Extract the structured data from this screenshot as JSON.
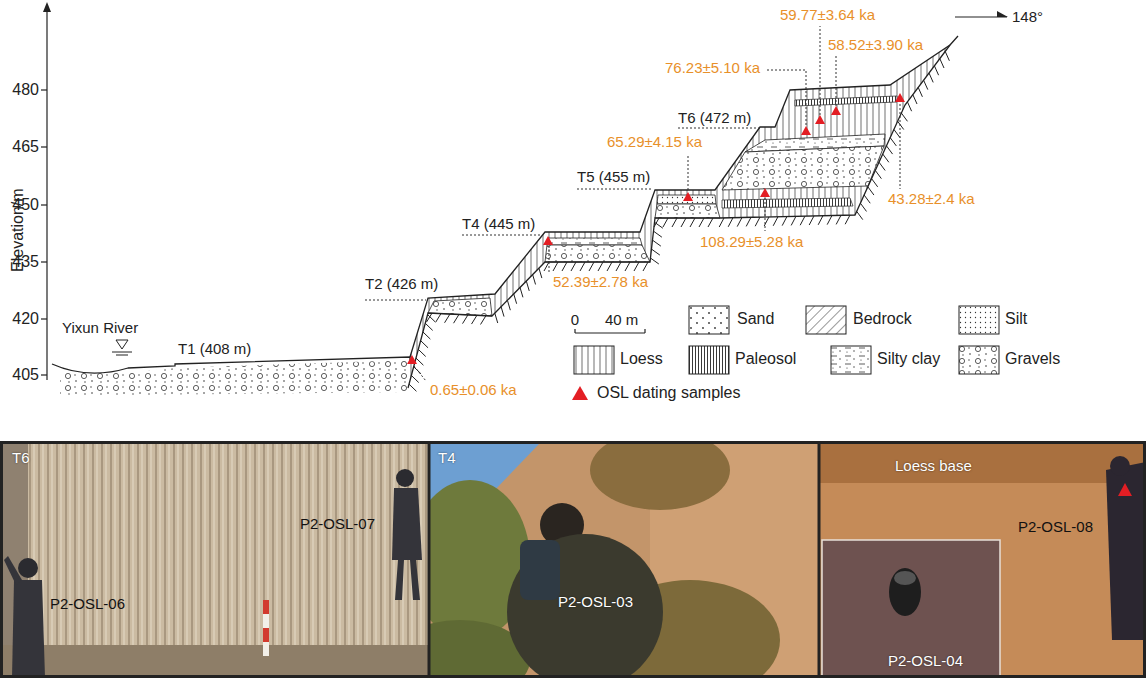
{
  "diagram": {
    "nodes": [
      {
        "text": [
          "T6",
          "P2-OSL-06",
          "P2-OSL-07"
        ]
      },
      {
        "text": [
          "T4",
          "P2-OSL-03"
        ]
      },
      {
        "text": [
          "Loess base",
          "P2-OSL-08"
        ]
      },
      {
        "text": [
          "P2-OSL-04"
        ],
        "in": 2
      }
    ],
    "labels": [
      "Elevation/m",
      "480",
      "465",
      "450",
      "435",
      "420",
      "405",
      "Yixun River",
      "T1 (408 m)",
      "T2 (426 m)",
      "T4 (445 m)",
      "T5 (455 m)",
      "T6 (472 m)",
      "59.77±3.64 ka",
      "58.52±3.90 ka",
      "76.23±5.10 ka",
      "65.29±4.15 ka",
      "43.28±2.4 ka",
      "108.29±5.28 ka",
      "52.39±2.78 ka",
      "0.65±0.06 ka",
      "148°",
      "0",
      "40 m"
    ],
    "legend": [
      {
        "text": "Sand"
      },
      {
        "text": "Bedrock"
      },
      {
        "text": "Silt"
      },
      {
        "text": "Loess"
      },
      {
        "text": "Paleosol"
      },
      {
        "text": "Silty clay"
      },
      {
        "text": "Gravels"
      },
      {
        "text": "OSL dating samples"
      }
    ]
  }
}
